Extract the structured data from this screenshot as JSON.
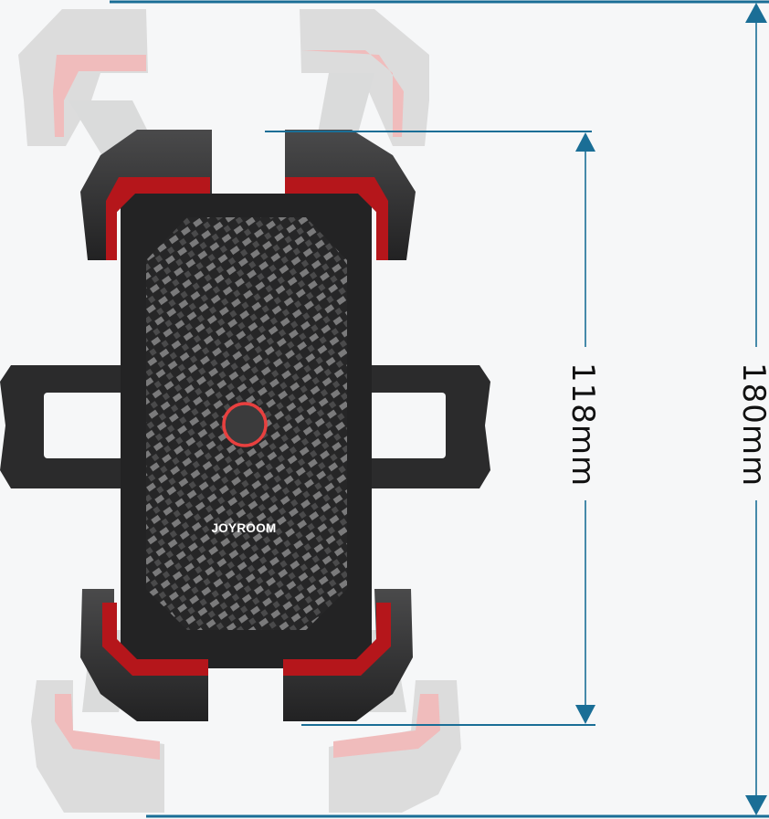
{
  "product": {
    "brand_logo": "JOYROOM",
    "type": "bike phone holder, front view"
  },
  "dimensions": {
    "inner": {
      "label": "118mm",
      "value": 118,
      "unit": "mm",
      "orientation": "vertical"
    },
    "outer": {
      "label": "180mm",
      "value": 180,
      "unit": "mm",
      "orientation": "vertical"
    }
  },
  "colors": {
    "background": "#f6f7f8",
    "dimension_line": "#1a6e96",
    "body_dark": "#2a2a2b",
    "accent_red": "#c4161c",
    "ghost_gray": "#dcdcdc",
    "ghost_red": "#f0b3b3",
    "ring_red": "#e8403f"
  }
}
